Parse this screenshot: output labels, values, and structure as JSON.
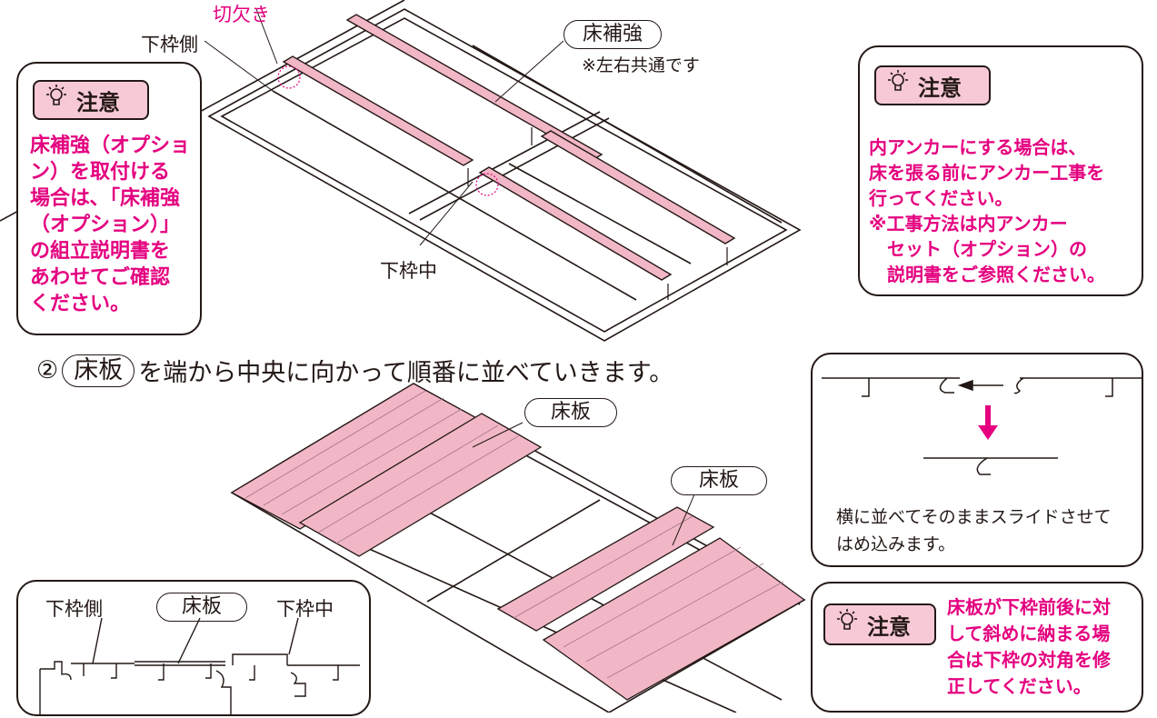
{
  "top_diagram": {
    "notch_label": "切欠き",
    "side_frame_label": "下枠側",
    "reinforcement_pill": "床補強",
    "common_note": "※左右共通です",
    "middle_frame_label": "下枠中"
  },
  "caution_left": {
    "badge": "注意",
    "text": "床補強（オプショ\nン）を取付ける\n場合は､「床補強\n（オプション）」\nの組立説明書を\nあわせてご確認\nください。"
  },
  "caution_right_top": {
    "badge": "注意",
    "text": "内アンカーにする場合は、\n床を張る前にアンカー工事を\n行ってください。\n※工事方法は内アンカー\n　セット（オプション）の\n　説明書をご参照ください。"
  },
  "step2": {
    "number": "②",
    "part": "床板",
    "instruction": "を端から中央に向かって順番に並べていきます。"
  },
  "bottom_diagram": {
    "floorboard_label_1": "床板",
    "floorboard_label_2": "床板"
  },
  "slide_detail": {
    "caption": "横に並べてそのままスライドさせて\nはめ込みます。"
  },
  "section_detail": {
    "side_label": "下枠側",
    "board_label": "床板",
    "middle_label": "下枠中"
  },
  "caution_bottom_right": {
    "badge": "注意",
    "text": "床板が下枠前後に対\nして斜めに納まる場\n合は下枠の対角を修\n正してください。"
  },
  "colors": {
    "accent_pink": "#e4007f",
    "board_pink": "#f2b7c6",
    "badge_pink": "#f7c9d6",
    "line": "#231815"
  }
}
